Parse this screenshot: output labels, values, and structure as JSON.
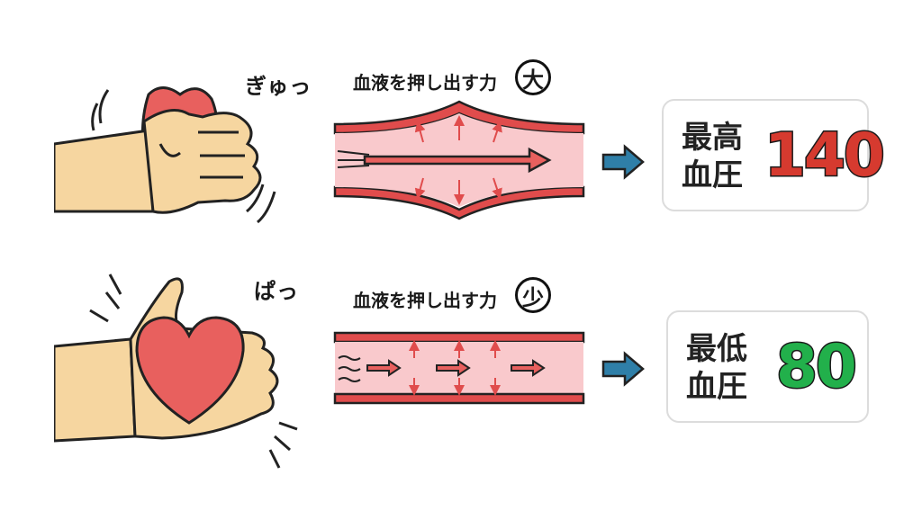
{
  "top_row": {
    "onomatopoeia": "ぎゅっ",
    "caption": "血液を押し出す力",
    "badge": "大",
    "card": {
      "label_line1": "最高",
      "label_line2": "血圧",
      "value": "140"
    }
  },
  "bottom_row": {
    "onomatopoeia": "ぱっ",
    "caption": "血液を押し出す力",
    "badge": "少",
    "card": {
      "label_line1": "最低",
      "label_line2": "血圧",
      "value": "80"
    }
  },
  "colors": {
    "heart": "#e8605e",
    "skin": "#f6d6a0",
    "vessel_wall": "#e04c4c",
    "vessel_inner": "#f9c9cc",
    "arrow_blue": "#2f7fa8",
    "high_value": "#d63a2f",
    "low_value": "#22b04b"
  }
}
